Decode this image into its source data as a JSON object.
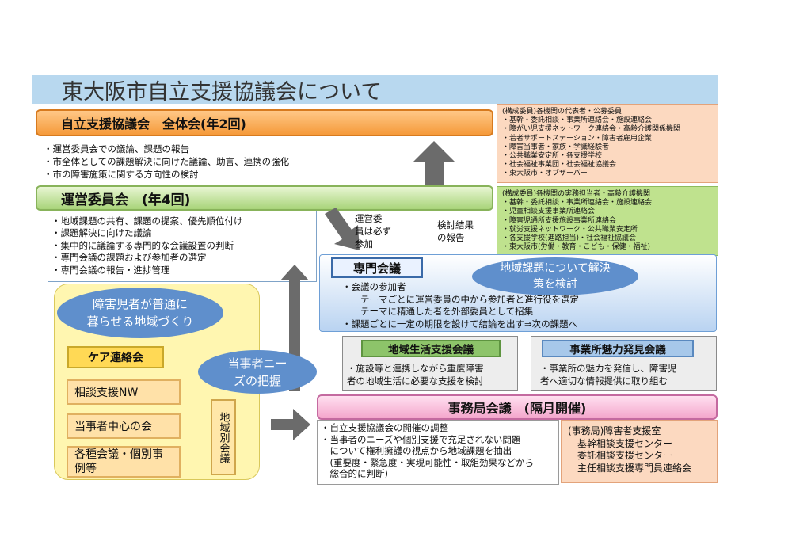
{
  "title": "東大阪市自立支援協議会について",
  "plenary": {
    "header": "自立支援協議会　全体会(年2回)",
    "lines": [
      "・運営委員会での議論、課題の報告",
      "・市全体としての課題解決に向けた議論、助言、連携の強化",
      "・市の障害施策に関する方向性の検討"
    ]
  },
  "plenary_members": [
    "(構成委員)各機関の代表者・公募委員",
    "・基幹・委託相談・事業所連絡会・施設連絡会",
    "・障がい児支援ネットワーク連絡会・高齢介護関係機関",
    "・若者サポートステーション・障害者雇用企業",
    "・障害当事者・家族・学識経験者",
    "・公共職業安定所・各支援学校",
    "・社会福祉事業団・社会福祉協議会",
    "・東大阪市・オブザーバー"
  ],
  "steering": {
    "header": "運営委員会　(年4回)",
    "lines": [
      "・地域課題の共有、課題の提案、優先順位付け",
      "・課題解決に向けた議論",
      "・集中的に議論する専門的な会議設置の判断",
      "・専門会議の課題および参加者の選定",
      "・専門会議の報告・進捗管理"
    ]
  },
  "steering_members": [
    "(構成委員)各機関の実務担当者・高齢介護機関",
    "・基幹・委託相談・事業所連絡会・施設連絡会",
    "・児童相談支援事業所連絡会",
    "・障害児通所支援施設事業所連絡会",
    "・就労支援ネットワーク・公共職業安定所",
    "・各支援学校(進路担当)・社会福祉協議会",
    "・東大阪市(労働・教育・こども・保健・福祉)"
  ],
  "label_steering_attend": [
    "運営委",
    "員は必ず",
    "参加"
  ],
  "label_review_report": [
    "検討結果",
    "の報告"
  ],
  "expert": {
    "title": "専門会議",
    "oval": [
      "地域課題について解決",
      "策を検討"
    ],
    "lines": [
      "・会議の参加者",
      "　　テーマごとに運営委員の中から参加者と進行役を選定",
      "　　テーマに精通した者を外部委員として招集",
      "・課題ごとに一定の期限を設けて結論を出す⇒次の課題へ"
    ]
  },
  "community_oval": [
    "障害児者が普通に",
    "暮らせる地域づくり"
  ],
  "needs_oval": [
    "当事者ニー",
    "ズの把握"
  ],
  "care_conference": "ケア連絡会",
  "local_groups": {
    "consult_nw": "相談支援NW",
    "self_group": "当事者中心の会",
    "meetings": [
      "各種会議・個別事",
      "例等"
    ]
  },
  "regional_conference": "地域別会議",
  "life_support": {
    "title": "地域生活支援会議",
    "lines": [
      "・施設等と連携しながら重度障害",
      "者の地域生活に必要な支援を検討"
    ]
  },
  "biz_discovery": {
    "title": "事業所魅力発見会議",
    "lines": [
      "・事業所の魅力を発信し、障害児",
      "者へ適切な情報提供に取り組む"
    ]
  },
  "secretariat": {
    "header": "事務局会議　(隔月開催)",
    "lines": [
      "・自立支援協議会の開催の調整",
      "・当事者のニーズや個別支援で充足されない問題",
      "　について権利擁護の視点から地域課題を抽出",
      "　(重要度・緊急度・実現可能性・取組効果などから",
      "　総合的に判断)"
    ],
    "members": [
      "(事務局)障害者支援室",
      "　基幹相談支援センター",
      "　委託相談支援センター",
      "　主任相談支援専門員連絡会"
    ]
  },
  "colors": {
    "title_band": "#b8d8ef",
    "plenary": "#f59a3a",
    "steering": "#a8d479",
    "expert": "#b9d3f1",
    "oval": "#5f8fcc",
    "local_area": "#fff6b0",
    "secretariat": "#f4a6cc",
    "arrow": "#6b6b6b"
  }
}
